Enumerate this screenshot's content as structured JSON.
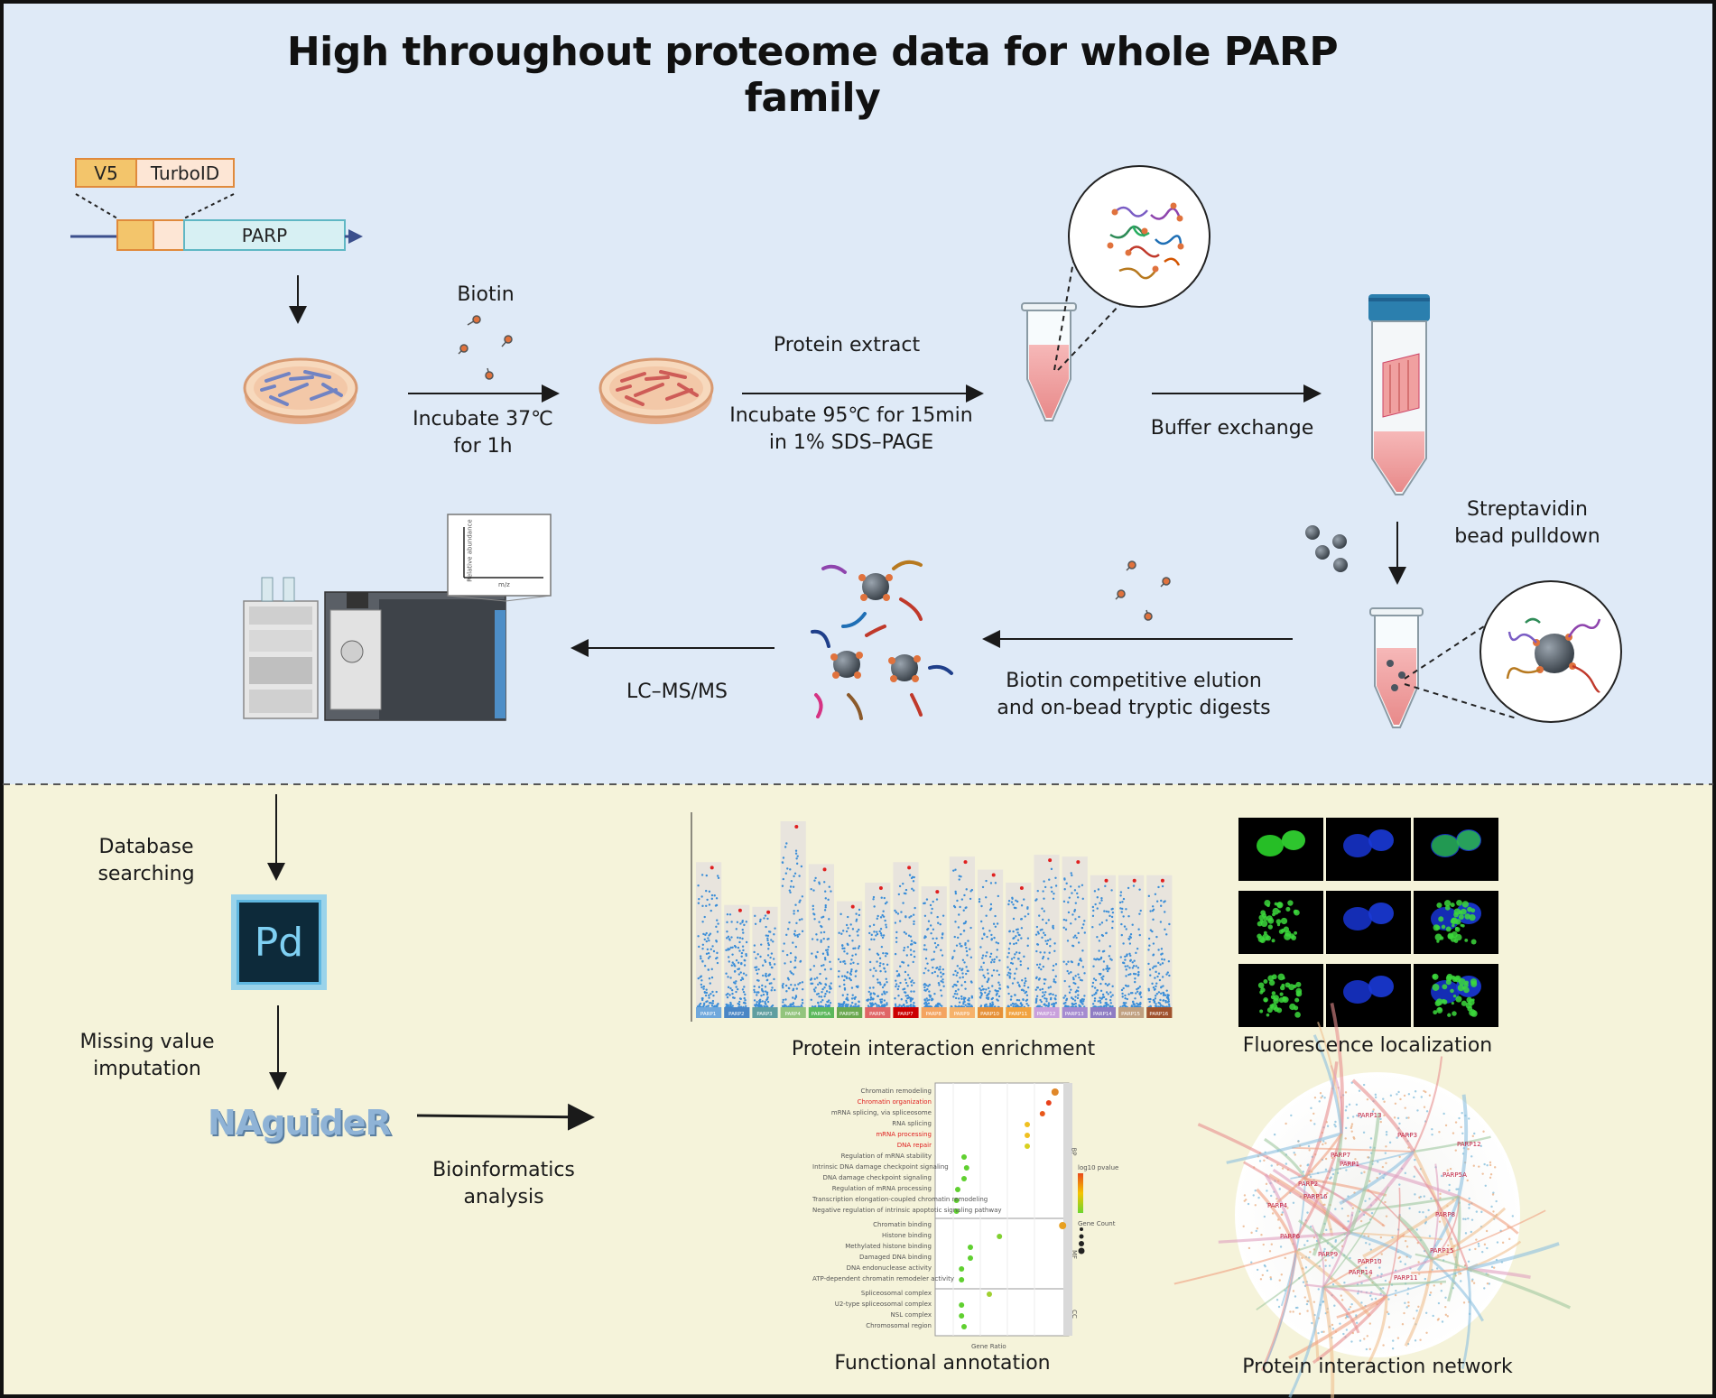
{
  "title": "High throughout  proteome data for  whole PARP family",
  "construct": {
    "v5": "V5",
    "turboid": "TurboID",
    "parp": "PARP"
  },
  "steps": {
    "biotin": "Biotin",
    "incubate1_line1": "Incubate 37℃",
    "incubate1_line2": "for 1h",
    "protein_extract": "Protein extract",
    "incubate2_line1": "Incubate 95℃ for 15min",
    "incubate2_line2": "in 1% SDS–PAGE",
    "buffer_exchange": "Buffer exchange",
    "streptavidin_line1": "Streptavidin",
    "streptavidin_line2": "bead pulldown",
    "elution_line1": "Biotin competitive elution",
    "elution_line2": "and on-bead tryptic digests",
    "lcms": "LC–MS/MS",
    "spectrum_ylabel": "Relative abundance",
    "spectrum_xlabel": "m/z"
  },
  "analysis": {
    "db_line1": "Database",
    "db_line2": "searching",
    "pd_logo": "Pd",
    "missing_line1": "Missing value",
    "missing_line2": "imputation",
    "naguider": "NAguideR",
    "bioinfo_line1": "Bioinformatics",
    "bioinfo_line2": "analysis"
  },
  "panels": {
    "enrichment": "Protein interaction enrichment",
    "fluorescence": "Fluorescence localization",
    "functional": "Functional annotation",
    "network": "Protein interaction network"
  },
  "enrichment_parps": [
    "PARP1",
    "PARP2",
    "PARP3",
    "PARP4",
    "PARP5A",
    "PARP5B",
    "PARP6",
    "PARP7",
    "PARP8",
    "PARP9",
    "PARP10",
    "PARP11",
    "PARP12",
    "PARP13",
    "PARP14",
    "PARP15",
    "PARP16"
  ],
  "enrichment_colors": [
    "#6fa8dc",
    "#4a86c5",
    "#5f9ea0",
    "#93c47d",
    "#5cb85c",
    "#6aa84f",
    "#e06666",
    "#cc0000",
    "#f4a460",
    "#f6b26b",
    "#e69138",
    "#f1a340",
    "#c9a0dc",
    "#a58bd0",
    "#8e7cc3",
    "#c0a080",
    "#a0522d"
  ],
  "functional_terms": [
    "Chromatin remodeling",
    "Chromatin organization",
    "mRNA splicing, via spliceosome",
    "RNA splicing",
    "mRNA processing",
    "DNA repair",
    "Regulation of mRNA stability",
    "Intrinsic DNA damage checkpoint signaling",
    "DNA damage checkpoint signaling",
    "Regulation of mRNA processing",
    "Transcription elongation-coupled chromatin remodeling",
    "Negative regulation of intrinsic apoptotic signaling pathway",
    "Chromatin binding",
    "Histone binding",
    "Methylated histone binding",
    "Damaged DNA binding",
    "DNA endonuclease activity",
    "ATP-dependent chromatin remodeler activity",
    "Spliceosomal complex",
    "U2-type spliceosomal complex",
    "NSL complex",
    "Chromosomal region"
  ],
  "functional_categories": [
    "BP",
    "MF",
    "CC"
  ],
  "functional_axis_label": "Gene Ratio",
  "functional_legend_title1": "log10 pvalue",
  "functional_legend_title2": "Gene Count",
  "network_nodes": [
    "PARP1",
    "PARP2",
    "PARP3",
    "PARP4",
    "PARP5A",
    "PARP6",
    "PARP7",
    "PARP8",
    "PARP9",
    "PARP10",
    "PARP11",
    "PARP12",
    "PARP13",
    "PARP14",
    "PARP15",
    "PARP16"
  ]
}
